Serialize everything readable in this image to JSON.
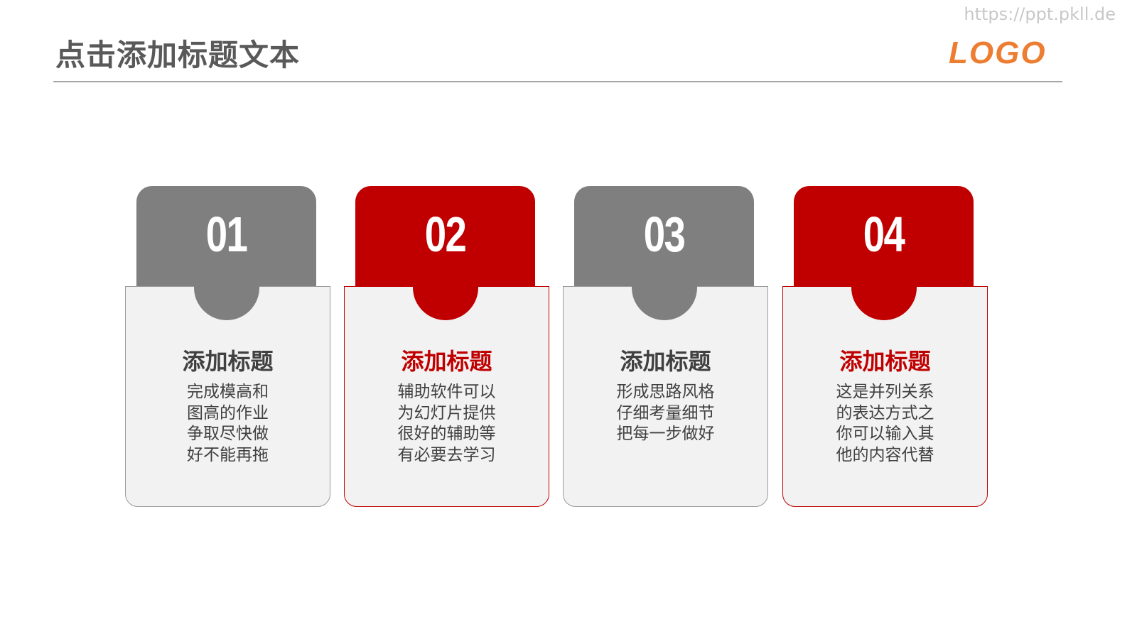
{
  "header": {
    "title": "点击添加标题文本",
    "watermark": "https://ppt.pkll.de",
    "logo": "LOGO"
  },
  "colors": {
    "accent_red": "#c00000",
    "accent_gray": "#7f7f7f",
    "logo_orange": "#ed7d31",
    "title_gray": "#595959",
    "card_bg": "#f2f2f2"
  },
  "cards": [
    {
      "number": "01",
      "style": "gray",
      "heading": "添加标题",
      "lines": [
        "完成模高和",
        "图高的作业",
        "争取尽快做",
        "好不能再拖"
      ]
    },
    {
      "number": "02",
      "style": "red",
      "heading": "添加标题",
      "lines": [
        "辅助软件可以",
        "为幻灯片提供",
        "很好的辅助等",
        "有必要去学习"
      ]
    },
    {
      "number": "03",
      "style": "gray",
      "heading": "添加标题",
      "lines": [
        "形成思路风格",
        "仔细考量细节",
        "把每一步做好"
      ]
    },
    {
      "number": "04",
      "style": "red",
      "heading": "添加标题",
      "lines": [
        "这是并列关系",
        "的表达方式之",
        "你可以输入其",
        "他的内容代替"
      ]
    }
  ]
}
